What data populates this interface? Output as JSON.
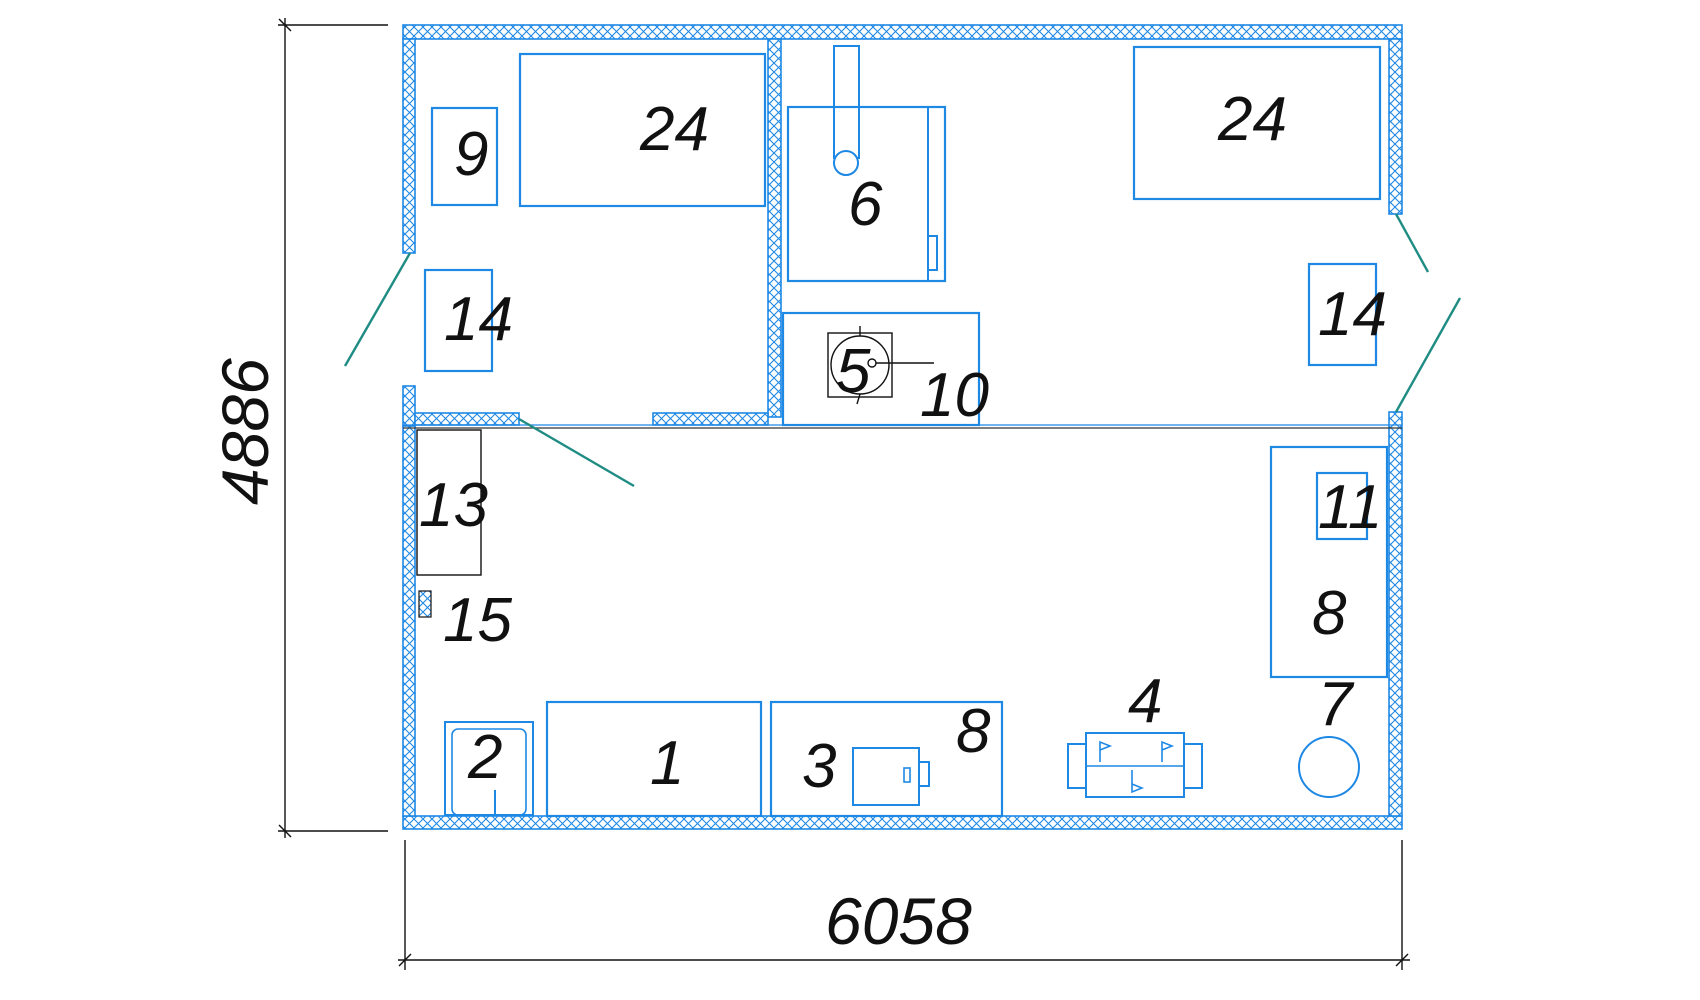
{
  "colors": {
    "outline": "#1e88e5",
    "wall_hatch": "#1e88e5",
    "door": "#1f8c83",
    "dimension": "#111111",
    "background": "#ffffff"
  },
  "dimensions": {
    "width_label": "6058",
    "height_label": "4886"
  },
  "rooms": {
    "left_room": {
      "items": [
        {
          "id": "9",
          "label": "9"
        },
        {
          "id": "24a",
          "label": "24"
        },
        {
          "id": "14a",
          "label": "14"
        }
      ]
    },
    "middle_room": {
      "items": [
        {
          "id": "6",
          "label": "6"
        },
        {
          "id": "5",
          "label": "5"
        },
        {
          "id": "10",
          "label": "10"
        }
      ]
    },
    "right_room": {
      "items": [
        {
          "id": "24b",
          "label": "24"
        },
        {
          "id": "14b",
          "label": "14"
        }
      ]
    },
    "main_hall": {
      "items": [
        {
          "id": "13",
          "label": "13"
        },
        {
          "id": "15",
          "label": "15"
        },
        {
          "id": "11",
          "label": "11"
        },
        {
          "id": "8a",
          "label": "8"
        },
        {
          "id": "2",
          "label": "2"
        },
        {
          "id": "1",
          "label": "1"
        },
        {
          "id": "3",
          "label": "3"
        },
        {
          "id": "8b",
          "label": "8"
        },
        {
          "id": "4",
          "label": "4"
        },
        {
          "id": "7",
          "label": "7"
        }
      ]
    }
  }
}
